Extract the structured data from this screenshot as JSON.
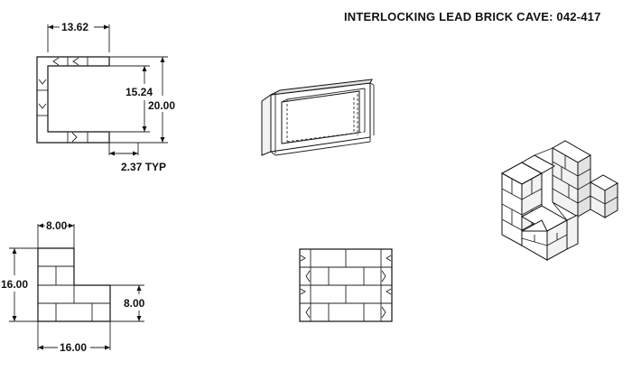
{
  "title": "INTERLOCKING LEAD BRICK CAVE: 042-417",
  "top_view": {
    "width_dim": "13.62",
    "inner_dim": "15.24",
    "outer_dim": "20.00",
    "thickness_dim": "2.37 TYP"
  },
  "side_view": {
    "top_dim": "8.00",
    "height_dim": "16.00",
    "step_dim": "8.00",
    "bottom_dim": "16.00"
  }
}
